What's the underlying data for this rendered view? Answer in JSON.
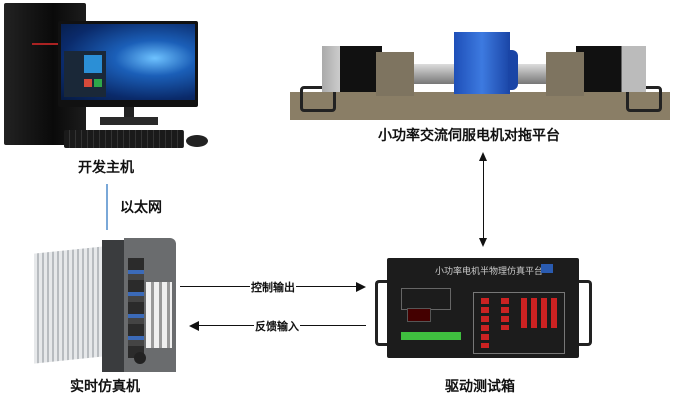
{
  "nodes": {
    "dev_host": {
      "label": "开发主机"
    },
    "realtime_sim": {
      "label": "实时仿真机"
    },
    "driver_box": {
      "label": "驱动测试箱",
      "panel_title": "小功率电机半物理仿真平台"
    },
    "motor_platform": {
      "label": "小功率交流伺服电机对拖平台"
    }
  },
  "links": {
    "ethernet": {
      "label": "以太网",
      "color": "#7aa8d8"
    },
    "control_output": {
      "label": "控制输出"
    },
    "feedback_input": {
      "label": "反馈输入"
    }
  }
}
